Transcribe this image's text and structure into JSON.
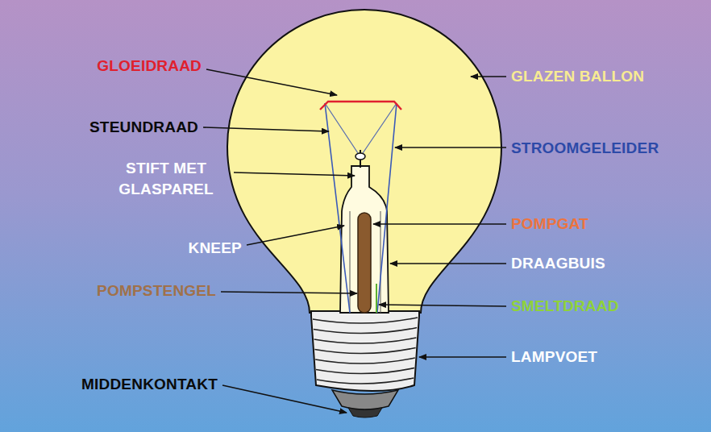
{
  "diagram": {
    "labels": [
      "GLOEIDRAAD",
      "GLAZEN BALLON",
      "STEUNDRAAD",
      "STROOMGELEIDER",
      "STIFT MET GLASPAREL",
      "POMPGAT",
      "KNEEP",
      "DRAAGBUIS",
      "POMPSTENGEL",
      "SMELTDRAAD",
      "LAMPVOET",
      "MIDDENKONTAKT"
    ]
  }
}
